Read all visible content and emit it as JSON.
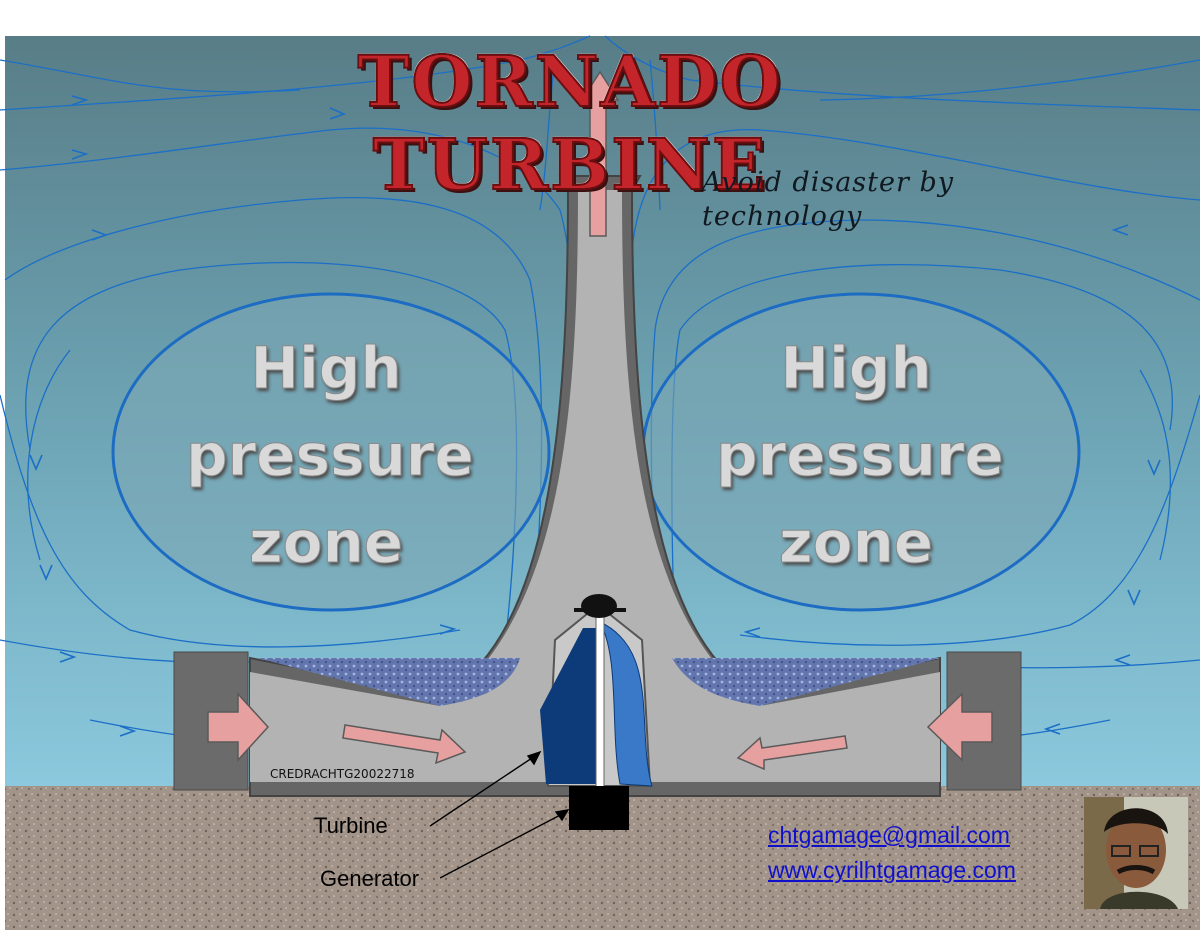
{
  "title": "TORNADO TURBINE",
  "tagline": "Avoid  disaster by technology",
  "zones": [
    {
      "line1": "High",
      "line2": "pressure",
      "line3": "zone"
    },
    {
      "line1": "High",
      "line2": "pressure",
      "line3": "zone"
    }
  ],
  "code": "CREDRACHTG20022718",
  "labels": {
    "turbine": "Turbine",
    "generator": "Generator"
  },
  "contact": {
    "email": "chtgamage@gmail.com",
    "website": "www.cyrilhtgamage.com"
  },
  "colors": {
    "sky_top": "#587d87",
    "sky_bottom": "#88c4da",
    "tower": "#666666",
    "tower_inner": "#b3b3b3",
    "arrow": "#e7a0a0",
    "ground": "#a3948a",
    "flow_line": "#1b6fc7",
    "water": "#5b6fa8"
  }
}
